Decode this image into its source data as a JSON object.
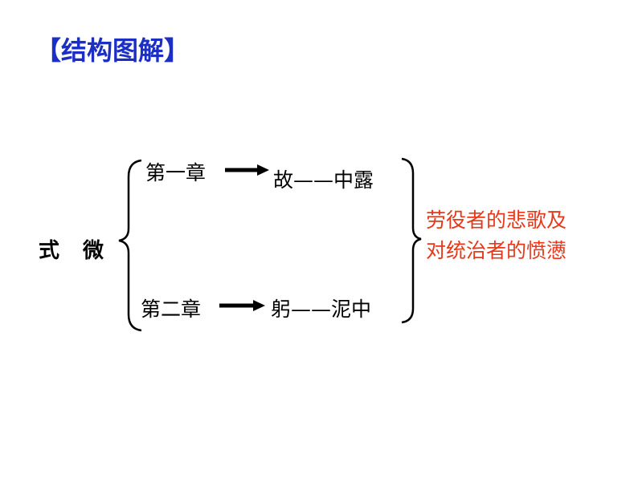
{
  "title": "【结构图解】",
  "subject": "式 微",
  "rows": [
    {
      "chapter": "第一章",
      "key": "故——中露"
    },
    {
      "chapter": "第二章",
      "key": "躬——泥中"
    }
  ],
  "theme": [
    "劳役者的悲歌及",
    "对统治者的愤懑"
  ],
  "colors": {
    "title": "#1c2fc4",
    "theme": "#e8381a"
  }
}
